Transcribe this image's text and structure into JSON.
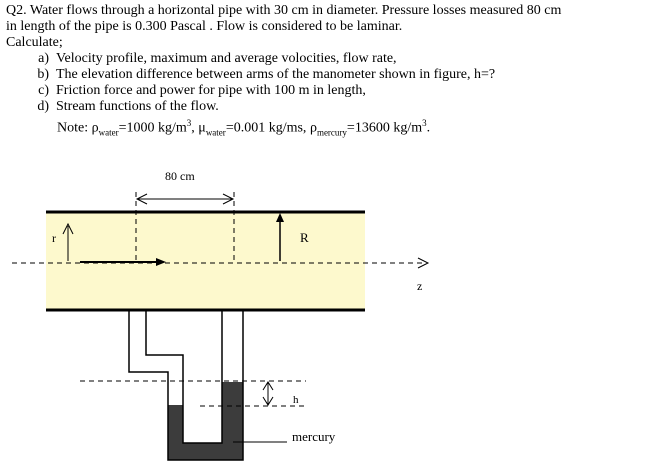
{
  "question": {
    "line1": "Q2.  Water flows through a horizontal pipe with  30 cm in diameter.  Pressure losses measured   80 cm",
    "line2": "in  length of the pipe is 0.300  Pascal . Flow is considered to be laminar.",
    "line3": "Calculate;",
    "items": [
      "Velocity profile, maximum and average volocities, flow rate,",
      "The elevation difference between arms of the manometer shown in figure, h=?",
      "Friction force and power for pipe with 100 m in length,",
      "Stream functions of the flow."
    ],
    "note": {
      "prefix": "Note:  ",
      "rho": "ρ",
      "water_sub": "water",
      "rho_water_value": "=1000 kg/m",
      "cube": "3",
      "sep1": ",  ",
      "mu": "μ",
      "mu_water_value": "=0.001 kg/ms,  ",
      "mercury_sub": "mercury",
      "rho_mercury_value": "=13600 kg/m",
      "end": "."
    }
  },
  "figure": {
    "dim_label": "80 cm",
    "r_label": "r",
    "R_label": "R",
    "z_label": "z",
    "h_label": "h",
    "mercury_label": "mercury",
    "colors": {
      "pipe_fill": "#fdf9cd",
      "mercury": "#3c3c3c",
      "arrow": "#000000"
    }
  }
}
